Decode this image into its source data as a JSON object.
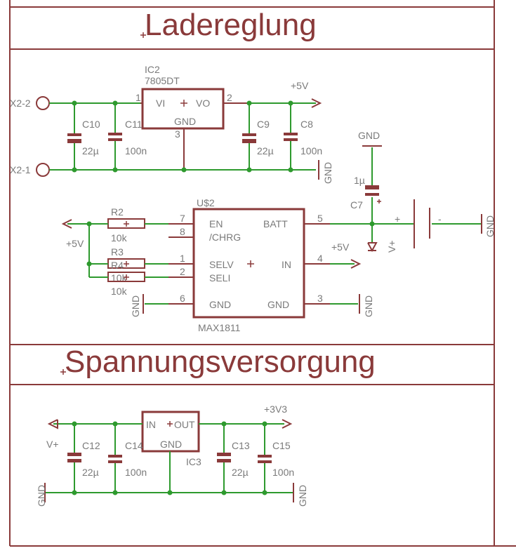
{
  "sections": {
    "charger_title": "Ladereglung",
    "supply_title": "Spannungsversorgung"
  },
  "connectors": {
    "x2_2": "X2-2",
    "x2_1": "X2-1"
  },
  "ic2": {
    "name": "IC2",
    "value": "7805DT",
    "vi": "VI",
    "vo": "VO",
    "gnd": "GND",
    "pin1": "1",
    "pin2": "2",
    "pin3": "3"
  },
  "caps": {
    "c10": {
      "name": "C10",
      "value": "22µ"
    },
    "c11": {
      "name": "C11",
      "value": "100n"
    },
    "c9": {
      "name": "C9",
      "value": "22µ"
    },
    "c8": {
      "name": "C8",
      "value": "100n"
    },
    "c7": {
      "name": "C7",
      "value": "1µ"
    },
    "c12": {
      "name": "C12",
      "value": "22µ"
    },
    "c14": {
      "name": "C14",
      "value": "100n"
    },
    "c13": {
      "name": "C13",
      "value": "22µ"
    },
    "c15": {
      "name": "C15",
      "value": "100n"
    }
  },
  "resistors": {
    "r2": {
      "name": "R2",
      "value": "10k"
    },
    "r3": {
      "name": "R3",
      "value": "10k"
    },
    "r4": {
      "name": "R4",
      "value": "10k"
    }
  },
  "u2": {
    "name": "U$2",
    "part": "MAX1811",
    "en": "EN",
    "chrg": "/CHRG",
    "selv": "SELV",
    "seli": "SELI",
    "gnd_l": "GND",
    "batt": "BATT",
    "in": "IN",
    "gnd_r": "GND",
    "p7": "7",
    "p8": "8",
    "p1": "1",
    "p2": "2",
    "p6": "6",
    "p5": "5",
    "p4": "4",
    "p3": "3"
  },
  "ic3": {
    "name": "IC3",
    "in": "IN",
    "out": "OUT",
    "gnd": "GND"
  },
  "supplies": {
    "p5v_top": "+5V",
    "p5v_left": "+5V",
    "p5v_in": "+5V",
    "vplus_batt": "V+",
    "vplus_bottom": "V+",
    "p3v3": "+3V3"
  },
  "grounds": {
    "gnd": "GND"
  },
  "battery": {
    "plus": "+",
    "minus": "-"
  }
}
